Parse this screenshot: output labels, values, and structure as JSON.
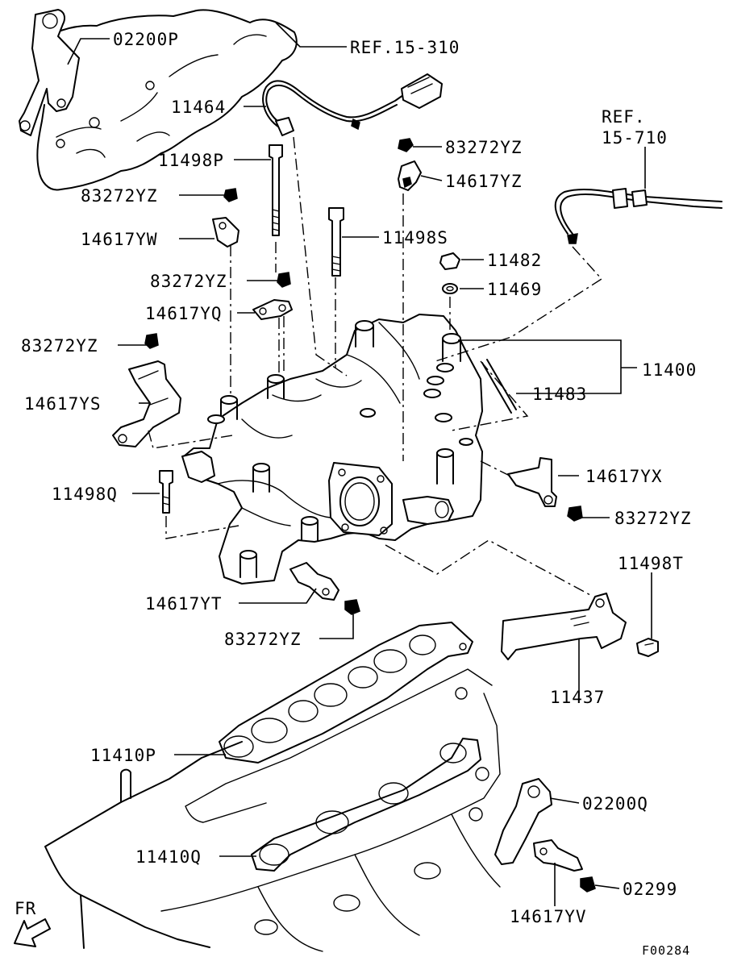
{
  "figure_id": "F00284",
  "direction_label": "FR",
  "references": {
    "ref1": "REF.15-310",
    "ref2_line1": "REF.",
    "ref2_line2": "15-710"
  },
  "callouts": {
    "p02200P": "02200P",
    "p11464": "11464",
    "p83272YZ_a": "83272YZ",
    "p14617YZ": "14617YZ",
    "p11498P": "11498P",
    "p83272YZ_b": "83272YZ",
    "p14617YW": "14617YW",
    "p11498S": "11498S",
    "p83272YZ_c": "83272YZ",
    "p11482": "11482",
    "p11469": "11469",
    "p14617YQ": "14617YQ",
    "p83272YZ_d": "83272YZ",
    "p11400": "11400",
    "p14617YS": "14617YS",
    "p11483": "11483",
    "p14617YX": "14617YX",
    "p11498Q": "11498Q",
    "p83272YZ_e": "83272YZ",
    "p11498T": "11498T",
    "p14617YT": "14617YT",
    "p83272YZ_f": "83272YZ",
    "p11437": "11437",
    "p11410P": "11410P",
    "p02200Q": "02200Q",
    "p11410Q": "11410Q",
    "p02299": "02299",
    "p14617YV": "14617YV"
  }
}
